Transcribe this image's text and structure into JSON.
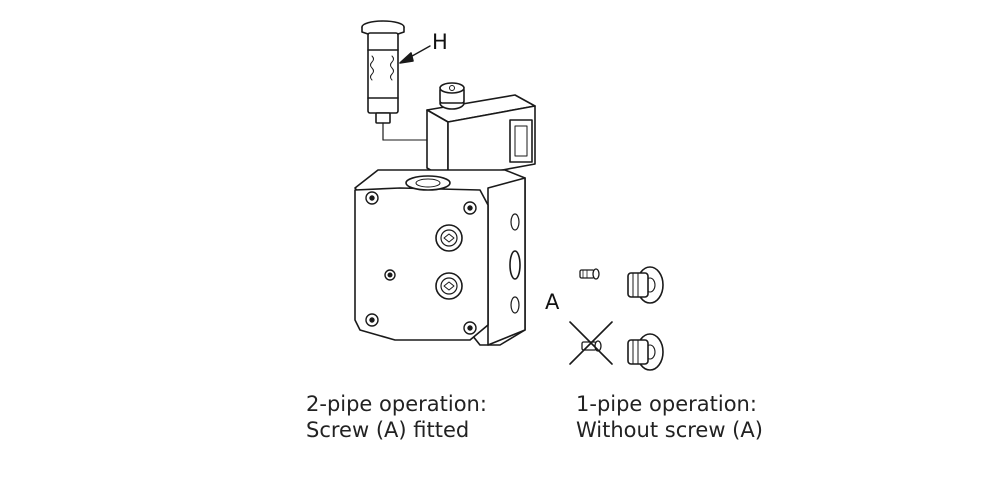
{
  "labels": {
    "h": "H",
    "a": "A"
  },
  "captions": {
    "two_pipe": {
      "line1": "2-pipe operation:",
      "line2": "Screw (A) fitted"
    },
    "one_pipe": {
      "line1": "1-pipe operation:",
      "line2": "Without screw (A)"
    }
  }
}
